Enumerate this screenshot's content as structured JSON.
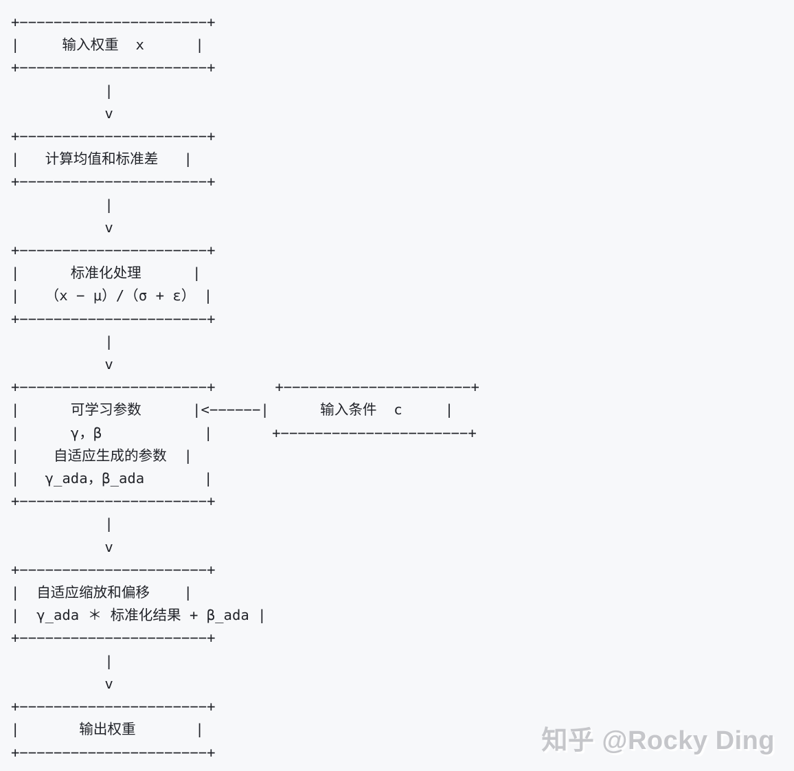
{
  "page": {
    "background": "#f7f8fa",
    "ink_color": "#212329"
  },
  "diagram": {
    "ascii": "+−−−−−−−−−−−−−−−−−−−−−−+\n|     输入权重  x      |\n+−−−−−−−−−−−−−−−−−−−−−−+\n           |\n           v\n+−−−−−−−−−−−−−−−−−−−−−−+\n|   计算均值和标准差   |\n+−−−−−−−−−−−−−−−−−−−−−−+\n           |\n           v\n+−−−−−−−−−−−−−−−−−−−−−−+\n|      标准化处理      |\n|   （x − μ）/（σ + ε） |\n+−−−−−−−−−−−−−−−−−−−−−−+\n           |\n           v\n+−−−−−−−−−−−−−−−−−−−−−−+       +−−−−−−−−−−−−−−−−−−−−−−+\n|      可学习参数      |<−−−−−−|      输入条件  c     |\n|      γ，β            |       +−−−−−−−−−−−−−−−−−−−−−−+\n|    自适应生成的参数  |\n|   γ_ada，β_ada       |\n+−−−−−−−−−−−−−−−−−−−−−−+\n           |\n           v\n+−−−−−−−−−−−−−−−−−−−−−−+\n|  自适应缩放和偏移    |\n|  γ_ada ＊ 标准化结果 + β_ada |\n+−−−−−−−−−−−−−−−−−−−−−−+\n           |\n           v\n+−−−−−−−−−−−−−−−−−−−−−−+\n|       输出权重       |\n+−−−−−−−−−−−−−−−−−−−−−−+",
    "flow_nodes": [
      "输入权重 x",
      "计算均值和标准差",
      "标准化处理 （x − μ）/（σ + ε）",
      "可学习参数 γ，β 自适应生成的参数 γ_ada，β_ada",
      "自适应缩放和偏移 γ_ada ＊ 标准化结果 + β_ada",
      "输出权重"
    ],
    "side_node": "输入条件 c",
    "side_node_arrow": "<−−−−−−"
  },
  "watermark": {
    "text": "知乎 @Rocky Ding",
    "color": "#c5c6ca"
  }
}
